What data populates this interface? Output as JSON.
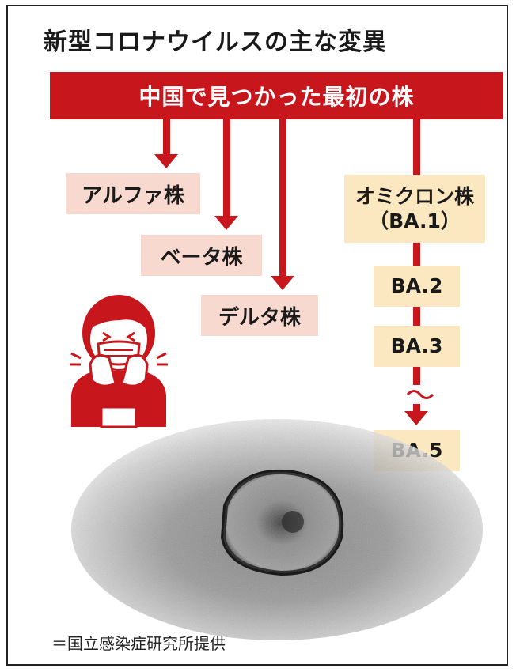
{
  "title": "新型コロナウイルスの主な変異",
  "header": "中国で見つかった最初の株",
  "variants": {
    "alpha": "アルファ株",
    "beta": "ベータ株",
    "delta": "デルタ株"
  },
  "omicron": {
    "name": "オミクロン株",
    "sub": "（BA.1）",
    "ba2": "BA.2",
    "ba3": "BA.3",
    "ba5": "BA.5"
  },
  "credit": "＝国立感染症研究所提供",
  "colors": {
    "red": "#c8161d",
    "pink_box": "#f8d9cf",
    "yellow_box": "#fbe7c0"
  },
  "icons": [
    "coughing-person-icon",
    "coronavirus-micrograph"
  ]
}
